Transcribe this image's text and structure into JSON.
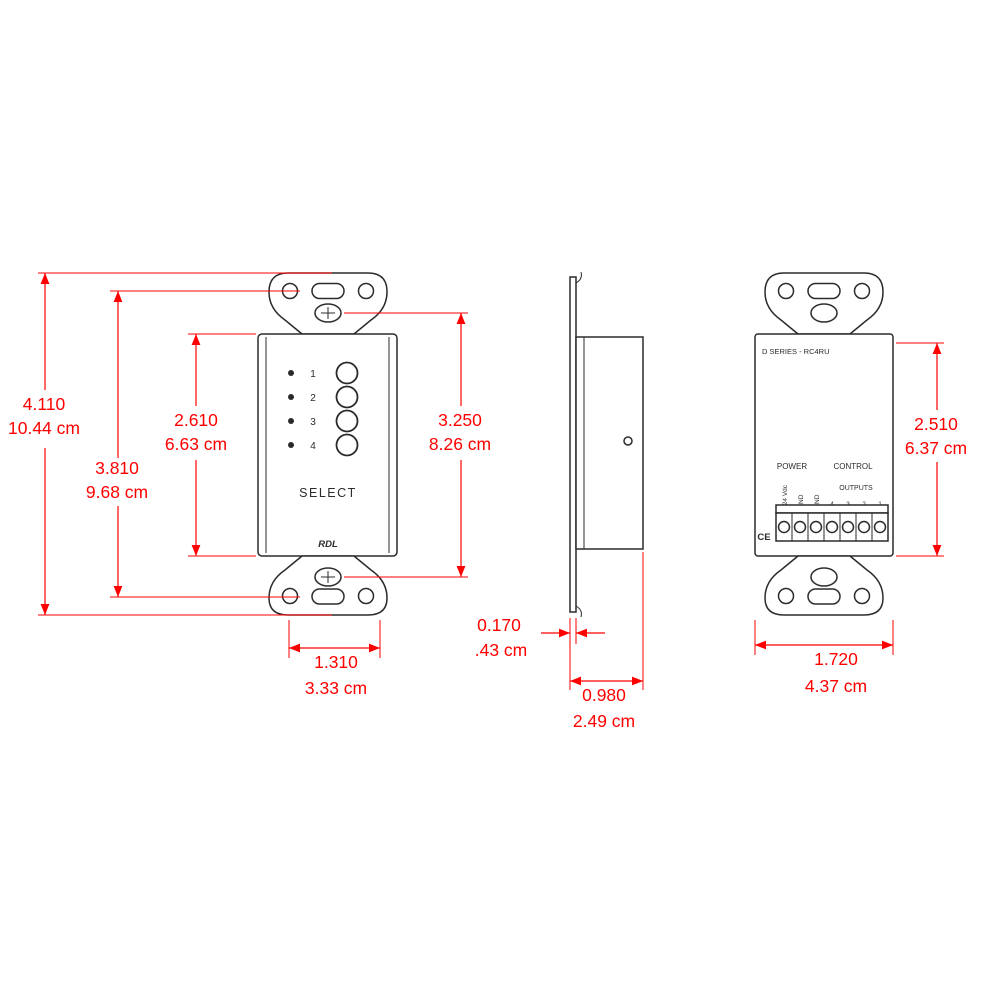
{
  "colors": {
    "dimension": "#ff0000",
    "line": "#2b2b2b",
    "background": "#ffffff"
  },
  "front_view": {
    "channels": [
      "1",
      "2",
      "3",
      "4"
    ],
    "select_label": "SELECT",
    "brand_label": "RDL"
  },
  "rear_view": {
    "model_label": "D SERIES - RC4RU",
    "power_label": "POWER",
    "control_label": "CONTROL",
    "terminal_labels": [
      "+24 Vdc",
      "GND",
      "GND"
    ],
    "outputs_label": "OUTPUTS",
    "output_numbers": [
      "4",
      "3",
      "2",
      "1"
    ],
    "ce_mark": "CE"
  },
  "dimensions": {
    "overall_height": {
      "inches": "4.110",
      "cm": "10.44 cm"
    },
    "mounting_screw_spacing": {
      "inches": "3.810",
      "cm": "9.68 cm"
    },
    "opening_height": {
      "inches": "2.610",
      "cm": "6.63 cm"
    },
    "bracket_screw_spacing": {
      "inches": "3.250",
      "cm": "8.26 cm"
    },
    "opening_width": {
      "inches": "1.310",
      "cm": "3.33 cm"
    },
    "plate_thickness": {
      "inches": "0.170",
      "cm": ".43 cm"
    },
    "depth": {
      "inches": "0.980",
      "cm": "2.49 cm"
    },
    "rear_body_height": {
      "inches": "2.510",
      "cm": "6.37 cm"
    },
    "body_width": {
      "inches": "1.720",
      "cm": "4.37 cm"
    }
  }
}
